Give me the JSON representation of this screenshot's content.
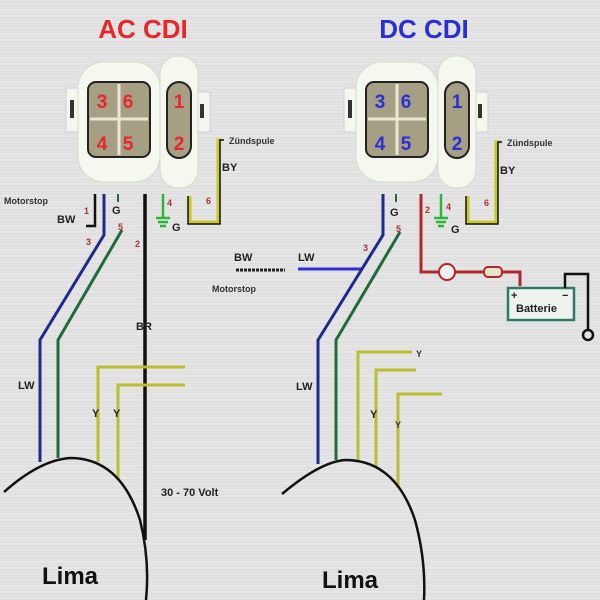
{
  "ac": {
    "title": "AC CDI",
    "title_color": "#e8262b",
    "pins_large": [
      "3",
      "6",
      "4",
      "5"
    ],
    "pins_small": [
      "1",
      "2"
    ],
    "labels": {
      "zuendspule": "Zündspule",
      "by": "BY",
      "motorstop": "Motorstop",
      "bw": "BW",
      "g_top": "G",
      "g_ground": "G",
      "br": "BR",
      "lw": "LW",
      "y1": "Y",
      "y2": "Y",
      "voltage": "30 - 70 Volt",
      "lima": "Lima"
    },
    "wire_numbers": [
      "1",
      "3",
      "5",
      "2",
      "4",
      "6"
    ]
  },
  "dc": {
    "title": "DC CDI",
    "title_color": "#2a2fd6",
    "pins_large": [
      "3",
      "6",
      "4",
      "5"
    ],
    "pins_small": [
      "1",
      "2"
    ],
    "labels": {
      "zuendspule": "Zündspule",
      "by": "BY",
      "bw": "BW",
      "lw_h": "LW",
      "motorstop": "Motorstop",
      "g_top": "G",
      "g_ground": "G",
      "batterie": "Batterie",
      "plus": "+",
      "minus": "−",
      "lw": "LW",
      "y1": "Y",
      "y2": "Y",
      "y3": "Y",
      "lima": "Lima"
    },
    "wire_numbers": [
      "3",
      "5",
      "2",
      "4",
      "6"
    ]
  },
  "colors": {
    "blue_wire": "#1e2a8c",
    "green_wire": "#1f6b3a",
    "yellow_wire": "#b9c030",
    "red_wire": "#b3262b",
    "ground_green": "#2fb43a",
    "battery": "#2d7a6a"
  }
}
